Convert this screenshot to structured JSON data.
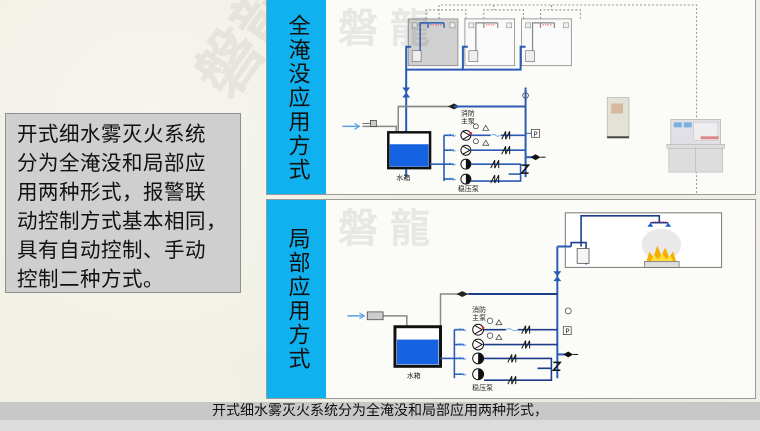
{
  "description": {
    "lines": [
      "开式细水雾灭火系统",
      "分为全淹没和局部应",
      "用两种形式，报警联",
      "动控制方式基本相同，",
      "具有自动控制、手动",
      "控制二种方式。"
    ]
  },
  "watermark": "磐龍",
  "panels": [
    {
      "label": "全淹没应用方式",
      "diagram": {
        "tank_label": "水箱",
        "main_pump_label": "消防\n主泵",
        "main_pump_label_l1": "消防",
        "main_pump_label_l2": "主泵",
        "jockey_pump_label": "稳压泵",
        "pressure_switch_label": "P"
      }
    },
    {
      "label": "局部应用方式",
      "diagram": {
        "tank_label": "水箱",
        "main_pump_label_l1": "消防",
        "main_pump_label_l2": "主泵",
        "jockey_pump_label": "稳压泵",
        "pressure_switch_label": "P"
      }
    }
  ],
  "subtitle": "开式细水雾灭火系统分为全淹没和局部应用两种形式，",
  "colors": {
    "label_strip": "#0fb2ee",
    "pipe_blue": "#2a5bb5",
    "water": "#1563e0",
    "pipe_gray": "#7a7a7a",
    "subtitle_bar": "#c8c8c8"
  }
}
